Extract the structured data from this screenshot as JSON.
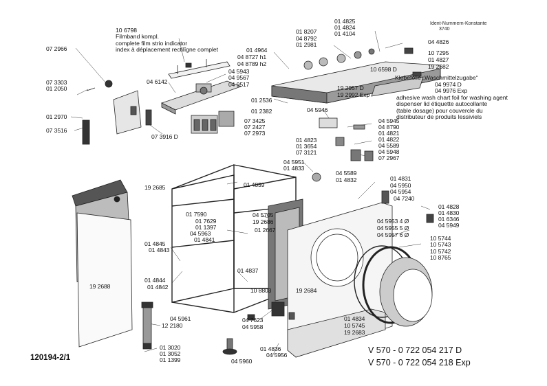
{
  "drawing_id": "120194-2/1",
  "models": [
    "V 570 - 0 722 054 217  D",
    "V 570 - 0 722 054 218  Exp"
  ],
  "ident": {
    "label": "Ident-Nummern-Konstante",
    "value": "3740"
  },
  "descriptions": {
    "filmband": [
      "10 6798",
      "Filmband kompl.",
      "complete film strio indicator",
      "index à déplacement rectilîgne complet"
    ],
    "klebefolie": [
      "Klebefolie „Waschmittelzugabe“",
      "adhesive wash chart foil for washing agent",
      "dispenser lid étiquette autocollante",
      "(table dosage) pour couvercle du",
      "distributeur de produits lessiviels"
    ]
  },
  "labels": {
    "l01": "07 2966",
    "l02": "07 3303",
    "l03": "01 2050",
    "l04": "01 2970",
    "l05": "07 3516",
    "l06": "04 6142",
    "l07": "07 3916 D",
    "l08": "01 4964",
    "l09": "04 8727 h1",
    "l10": "04 8789 h2",
    "l11": "04 5943",
    "l12": "04 9567",
    "l13": "04 9517",
    "l14": "07 3425",
    "l15": "07 2427",
    "l16": "07 2973",
    "l17": "01 8207",
    "l18": "04 8792",
    "l19": "01 2981",
    "l20": "01 4825",
    "l21": "01 4824",
    "l22": "01 4104",
    "l23": "10 6598 D",
    "l24": "04 4826",
    "l25": "10 7295",
    "l26": "01 4827",
    "l27": "19 2682",
    "l28": "19 2957 D",
    "l29": "19 2992 Exp",
    "l30": "01 2536",
    "l31": "01 2382",
    "l32": "04 5946",
    "l33": "04 9974 D",
    "l34": "04 9976 Exp",
    "l35": "04 5945",
    "l36": "04 8790",
    "l37": "01 4821",
    "l38": "01 4822",
    "l39": "04 5589",
    "l40": "04 5948",
    "l41": "07 2967",
    "l42": "01 4823",
    "l43": "01 3654",
    "l44": "07 3121",
    "l45": "04 5951",
    "l46": "01 4833",
    "l47": "04 5589",
    "l48": "01 4832",
    "l49": "01 4839",
    "l50": "19 2685",
    "l51": "01 7590",
    "l52": "01 7629",
    "l53": "01 1397",
    "l54": "04 5963",
    "l55": "01 4841",
    "l56": "04 5705",
    "l57": "19 2686",
    "l58": "01 2667",
    "l59": "01 4831",
    "l60": "04 5950",
    "l61": "04 5954",
    "l62": "04 7240",
    "l63": "01 4828",
    "l64": "01 4830",
    "l65": "01 6346",
    "l66": "04 5949",
    "l67": "04 5953 4 Ø",
    "l68": "04 5955 5 Ø",
    "l69": "04 5957 6 Ø",
    "l70": "10 5744",
    "l71": "10 5743",
    "l72": "10 5742",
    "l73": "10 8765",
    "l74": "01 4845",
    "l75": "01 4843",
    "l76": "01 4844",
    "l77": "01 4842",
    "l78": "01 4837",
    "l79": "10 8803",
    "l80": "19 2684",
    "l81": "19 2688",
    "l82": "12 2180",
    "l83": "04 5961",
    "l84": "04 7623",
    "l85": "04 5958",
    "l86": "01 4834",
    "l87": "10 5745",
    "l88": "19 2683",
    "l89": "01 3020",
    "l90": "01 3052",
    "l91": "01 1399",
    "l92": "01 4836",
    "l93": "04 5956",
    "l94": "04 5960"
  }
}
